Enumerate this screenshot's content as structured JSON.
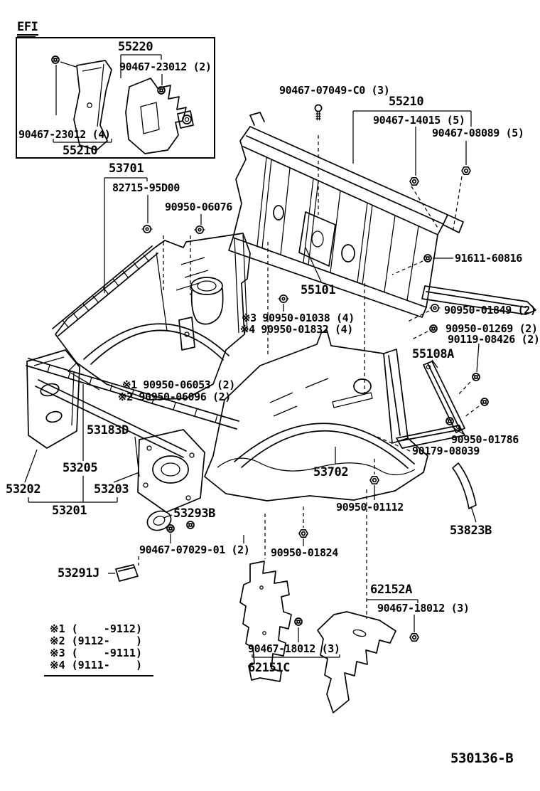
{
  "document": {
    "efi_flag": "EFI",
    "drawing_number": "530136-B"
  },
  "inset": {
    "i55220": "55220",
    "i23012_2": "90467-23012 (2)",
    "i23012_4": "90467-23012 (4)",
    "i55210": "55210"
  },
  "callouts": {
    "c53701": "53701",
    "c82715_95d00": "82715-95D00",
    "c90950_06076": "90950-06076",
    "c90467_07049": "90467-07049-C0 (3)",
    "c55210": "55210",
    "c90467_14015": "90467-14015 (5)",
    "c90467_08089": "90467-08089 (5)",
    "c91611_60816": "91611-60816",
    "c55101": "55101",
    "c90950_01038": "※3 90950-01038 (4)",
    "c90950_01832": "※4 90950-01832 (4)",
    "c90950_01849": "90950-01849 (2)",
    "c90950_01269": "90950-01269 (2)",
    "c90119_08426": "90119-08426 (2)",
    "c55108a": "55108A",
    "c90950_06053": "※1 90950-06053 (2)",
    "c90950_06096": "※2 90950-06096 (2)",
    "c53183d": "53183D",
    "c53205": "53205",
    "c53202": "53202",
    "c53203": "53203",
    "c53201": "53201",
    "c53293b": "53293B",
    "c90467_07029": "90467-07029-01 (2)",
    "c53291j": "53291J",
    "c90950_01824": "90950-01824",
    "c90950_01112": "90950-01112",
    "c53702": "53702",
    "c90179_08039": "90179-08039",
    "c90950_01786": "90950-01786",
    "c53823b": "53823B",
    "c62152a": "62152A",
    "c90467_18012_r": "90467-18012 (3)",
    "c90467_18012_l": "90467-18012 (3)",
    "c62151c": "62151C"
  },
  "legend": {
    "items": [
      "※1 (    -9112)",
      "※2 (9112-    )",
      "※3 (    -9111)",
      "※4 (9111-    )"
    ]
  },
  "colors": {
    "ink": "#000000",
    "paper": "#ffffff"
  }
}
